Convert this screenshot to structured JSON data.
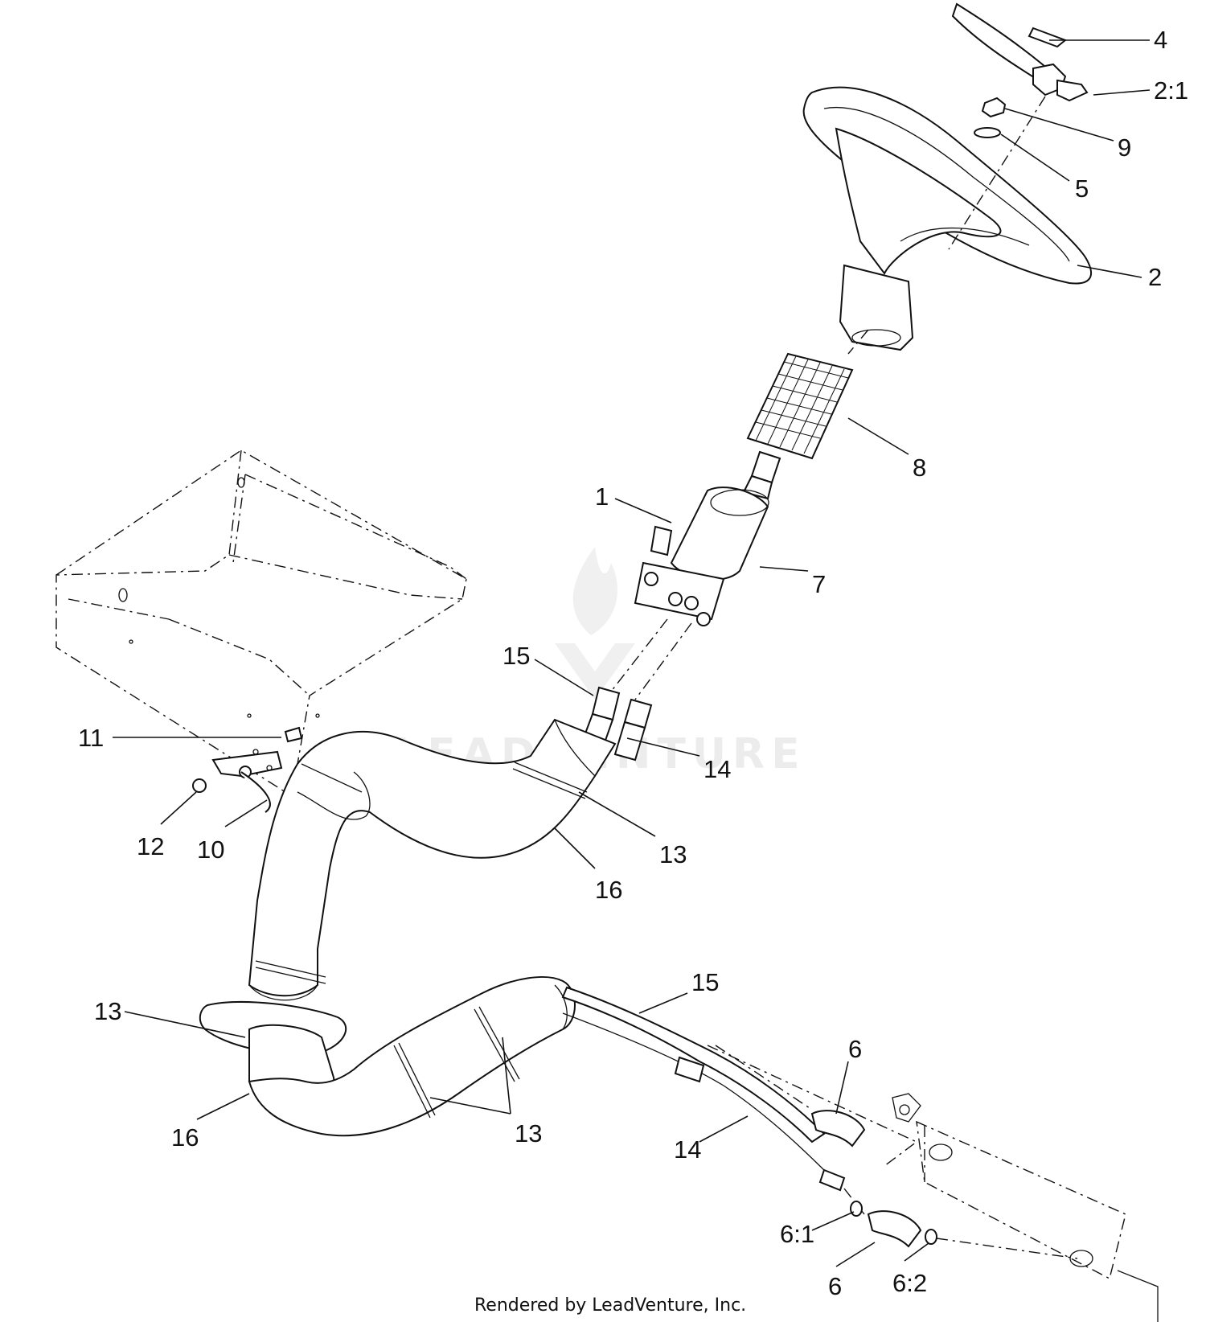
{
  "callouts": [
    {
      "id": "c-4",
      "text": "4"
    },
    {
      "id": "c-2-1",
      "text": "2:1"
    },
    {
      "id": "c-9",
      "text": "9"
    },
    {
      "id": "c-5",
      "text": "5"
    },
    {
      "id": "c-2",
      "text": "2"
    },
    {
      "id": "c-8",
      "text": "8"
    },
    {
      "id": "c-1",
      "text": "1"
    },
    {
      "id": "c-7",
      "text": "7"
    },
    {
      "id": "c-15a",
      "text": "15"
    },
    {
      "id": "c-14a",
      "text": "14"
    },
    {
      "id": "c-11",
      "text": "11"
    },
    {
      "id": "c-12",
      "text": "12"
    },
    {
      "id": "c-10",
      "text": "10"
    },
    {
      "id": "c-13a",
      "text": "13"
    },
    {
      "id": "c-16a",
      "text": "16"
    },
    {
      "id": "c-15b",
      "text": "15"
    },
    {
      "id": "c-13b",
      "text": "13"
    },
    {
      "id": "c-6a",
      "text": "6"
    },
    {
      "id": "c-16b",
      "text": "16"
    },
    {
      "id": "c-13c",
      "text": "13"
    },
    {
      "id": "c-14b",
      "text": "14"
    },
    {
      "id": "c-6-1",
      "text": "6:1"
    },
    {
      "id": "c-6b",
      "text": "6"
    },
    {
      "id": "c-6-2",
      "text": "6:2"
    }
  ],
  "watermark": "LEADVENTURE",
  "footer": "Rendered by LeadVenture, Inc.",
  "colors": {
    "line": "#111111",
    "background": "#ffffff"
  }
}
